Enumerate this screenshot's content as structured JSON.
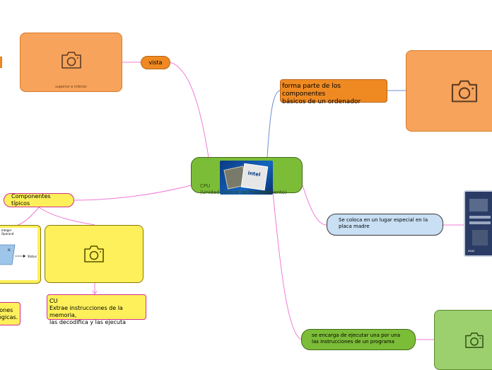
{
  "central": {
    "title": "CPU",
    "subtitle": "(Unidad Central de Procesamiento)",
    "chip_brand": "intel"
  },
  "nodes": {
    "vista": "vista",
    "superior_caption": "superior e inferior",
    "forma_parte": "forma parte de los componentes\nbásicos de un ordenador",
    "lugar": "Se coloca en un lugar especial en la\nplaca madre",
    "ejecutar": "se encarga de ejecutar una por una\nlas instrucciones de un programa",
    "componentes": "Componentes típicos",
    "cu": "CU\nExtrae instrucciones de la memoria,\nlas decodifica y las ejecuta",
    "alu_partial": "iones\nógicas.",
    "diagram_integer": "Integer\nOperand",
    "diagram_status": "Status",
    "diagram_is": "IS",
    "board_label": "asus"
  },
  "colors": {
    "central_fill": "#7cbd38",
    "orange_fill": "#f7a35b",
    "orange_border": "#d97b2a",
    "vista_fill": "#ef8a22",
    "blue_fill": "#c8dff4",
    "green_fill": "#7cbd38",
    "light_green_fill": "#9ccf6e",
    "yellow_fill": "#fdf05a",
    "pink_line": "#f07ad6",
    "blue_line": "#6f8fd6"
  }
}
